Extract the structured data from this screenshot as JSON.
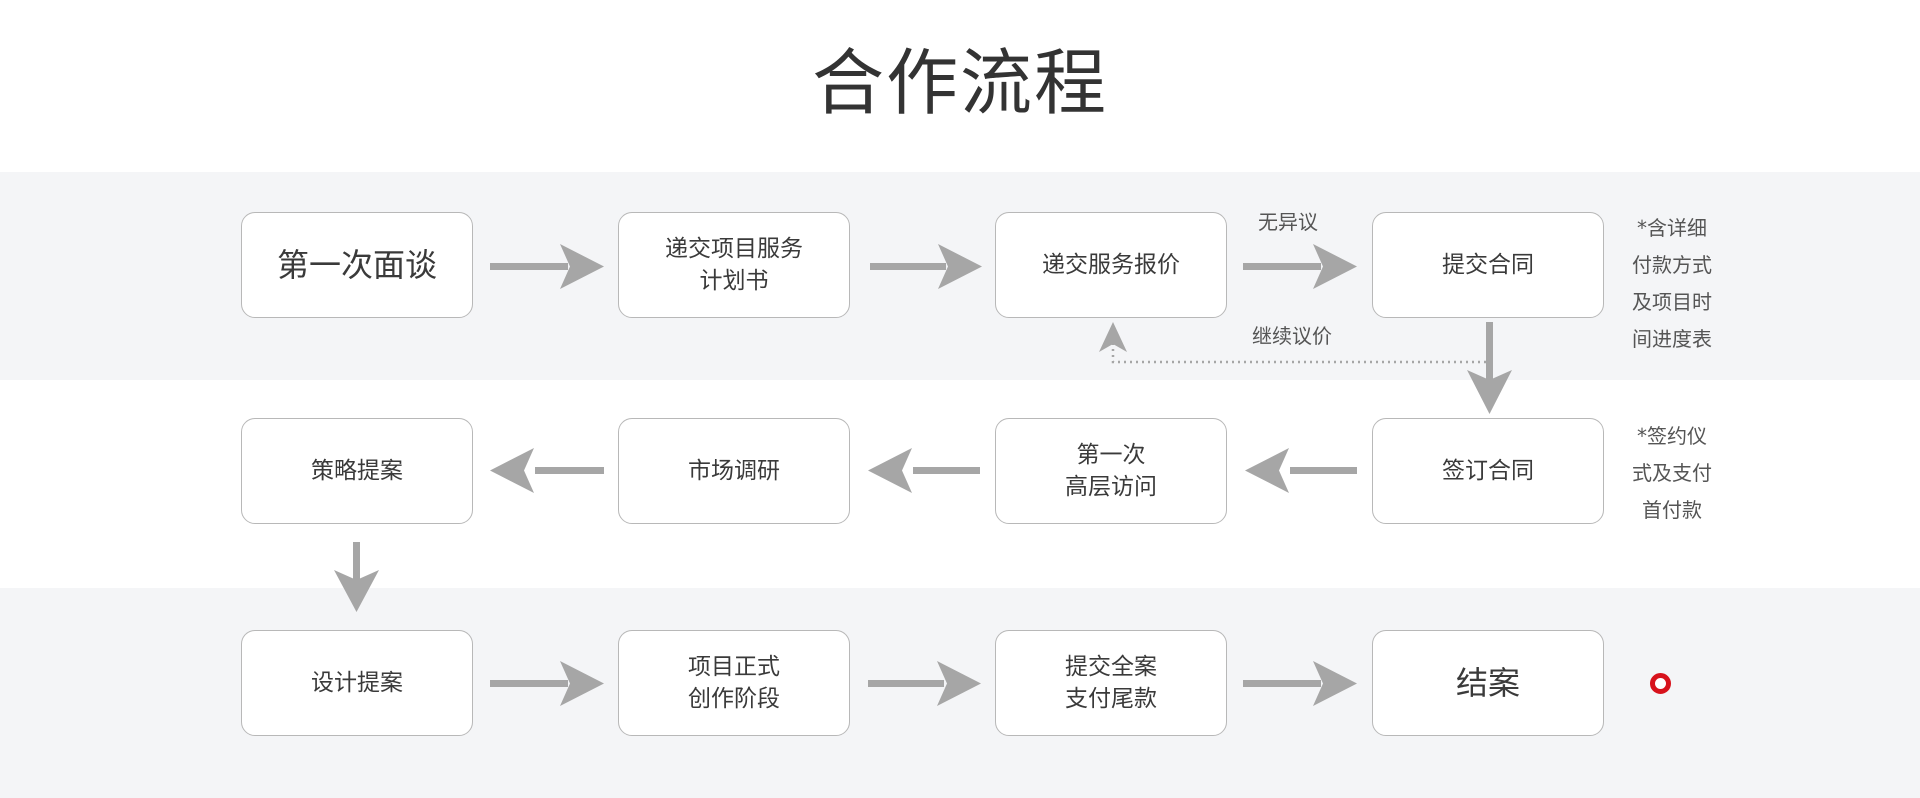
{
  "title": "合作流程",
  "steps": {
    "first_interview": "第一次面谈",
    "submit_service_plan": "递交项目服务\n计划书",
    "submit_service_quote": "递交服务报价",
    "submit_contract": "提交合同",
    "sign_contract": "签订合同",
    "first_executive_visit": "第一次\n高层访问",
    "market_research": "市场调研",
    "strategy_proposal": "策略提案",
    "design_proposal": "设计提案",
    "formal_creation": "项目正式\n创作阶段",
    "submit_full_case": "提交全案\n支付尾款",
    "close_case": "结案"
  },
  "labels": {
    "no_objection": "无异议",
    "continue_negotiation": "继续议价"
  },
  "notes": {
    "contract_note": "*含详细\n付款方式\n及项目时\n间进度表",
    "signing_note": "*签约仪\n式及支付\n首付款"
  },
  "colors": {
    "arrow": "#a6a6a6",
    "band": "#f4f5f7",
    "end_marker": "#d7121c"
  }
}
